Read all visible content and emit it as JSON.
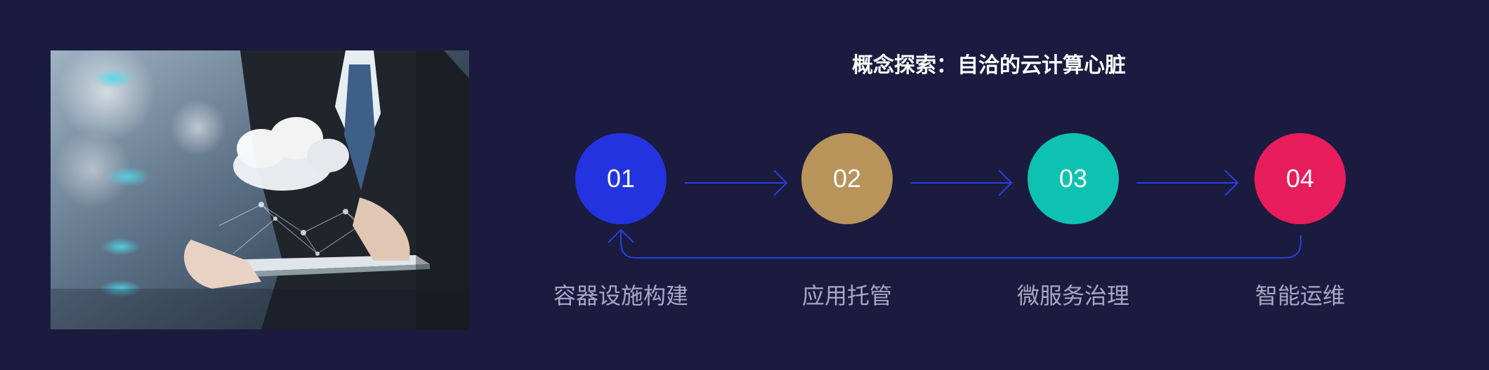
{
  "title": "概念探索：自洽的云计算心脏",
  "image": {
    "description_icon": "cloud-tablet-photo"
  },
  "steps": [
    {
      "number": "01",
      "label": "容器设施构建",
      "color": "#2433e0"
    },
    {
      "number": "02",
      "label": "应用托管",
      "color": "#b8935a"
    },
    {
      "number": "03",
      "label": "微服务治理",
      "color": "#0ec2b2"
    },
    {
      "number": "04",
      "label": "智能运维",
      "color": "#e81d5c"
    }
  ],
  "colors": {
    "background": "#1a1b3f",
    "arrow": "#2a3ee0",
    "label": "#a6a8c2"
  }
}
